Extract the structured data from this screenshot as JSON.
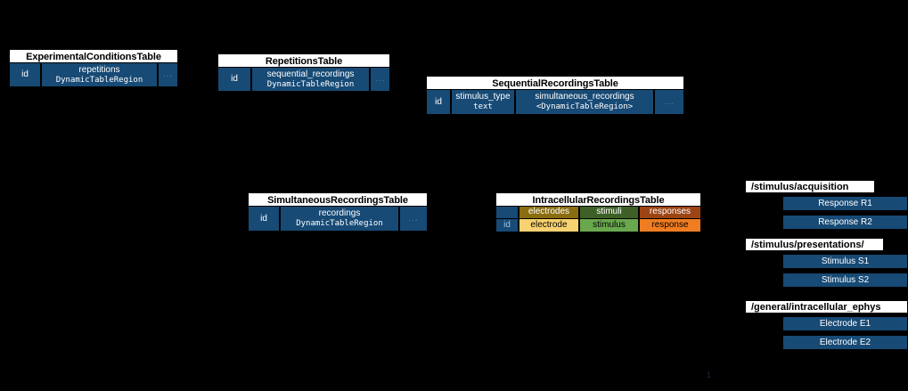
{
  "page": {
    "number": "1"
  },
  "palette": {
    "background": "#000000",
    "table_fill": "#174a75",
    "title_fill": "#ffffff",
    "border": "#000000",
    "electrodes_group": "#8a6d10",
    "stimuli_group": "#3e6027",
    "responses_group": "#9c4414",
    "electrode_col": "#f7d270",
    "stimulus_col": "#6aa84f",
    "response_col": "#f07d22",
    "id_col": "#174a75",
    "dots_text": "#5c7f9e"
  },
  "tables": [
    {
      "id": "experimental-conditions-table",
      "title": "ExperimentalConditionsTable",
      "columns": [
        {
          "name": "id",
          "type": ""
        },
        {
          "name": "repetitions",
          "type": "DynamicTableRegion"
        },
        {
          "name": "...",
          "type": ""
        }
      ]
    },
    {
      "id": "repetitions-table",
      "title": "RepetitionsTable",
      "columns": [
        {
          "name": "id",
          "type": ""
        },
        {
          "name": "sequential_recordings",
          "type": "DynamicTableRegion"
        },
        {
          "name": "...",
          "type": ""
        }
      ]
    },
    {
      "id": "sequential-recordings-table",
      "title": "SequentialRecordingsTable",
      "columns": [
        {
          "name": "id",
          "type": ""
        },
        {
          "name": "stimulus_type",
          "type": "text"
        },
        {
          "name": "simultaneous_recordings",
          "type": "<DynamicTableRegion>"
        },
        {
          "name": "...",
          "type": ""
        }
      ]
    },
    {
      "id": "simultaneous-recordings-table",
      "title": "SimultaneousRecordingsTable",
      "columns": [
        {
          "name": "id",
          "type": ""
        },
        {
          "name": "recordings",
          "type": "DynamicTableRegion"
        },
        {
          "name": "...",
          "type": ""
        }
      ]
    }
  ],
  "intracellular_table": {
    "id": "intracellular-recordings-table",
    "title": "IntracellularRecordingsTable",
    "group_headers": [
      {
        "label": "",
        "fill": "#174a75"
      },
      {
        "label": "electrodes",
        "fill": "#8a6d10"
      },
      {
        "label": "stimuli",
        "fill": "#3e6027"
      },
      {
        "label": "responses",
        "fill": "#9c4414"
      }
    ],
    "columns": [
      {
        "label": "id",
        "fill": "#174a75",
        "text": "#ffffff"
      },
      {
        "label": "electrode",
        "fill": "#f7d270",
        "text": "#000000"
      },
      {
        "label": "stimulus",
        "fill": "#6aa84f",
        "text": "#000000"
      },
      {
        "label": "response",
        "fill": "#f07d22",
        "text": "#000000"
      }
    ]
  },
  "object_groups": [
    {
      "id": "stimulus-acquisition-group",
      "path": "/stimulus/acquisition",
      "items": [
        "Response R1",
        "Response R2"
      ]
    },
    {
      "id": "stimulus-presentations-group",
      "path": "/stimulus/presentations/",
      "items": [
        "Stimulus S1",
        "Stimulus S2"
      ]
    },
    {
      "id": "general-intracellular-ephys-group",
      "path": "/general/intracellular_ephys",
      "items": [
        "Electrode E1",
        "Electrode E2"
      ]
    }
  ]
}
